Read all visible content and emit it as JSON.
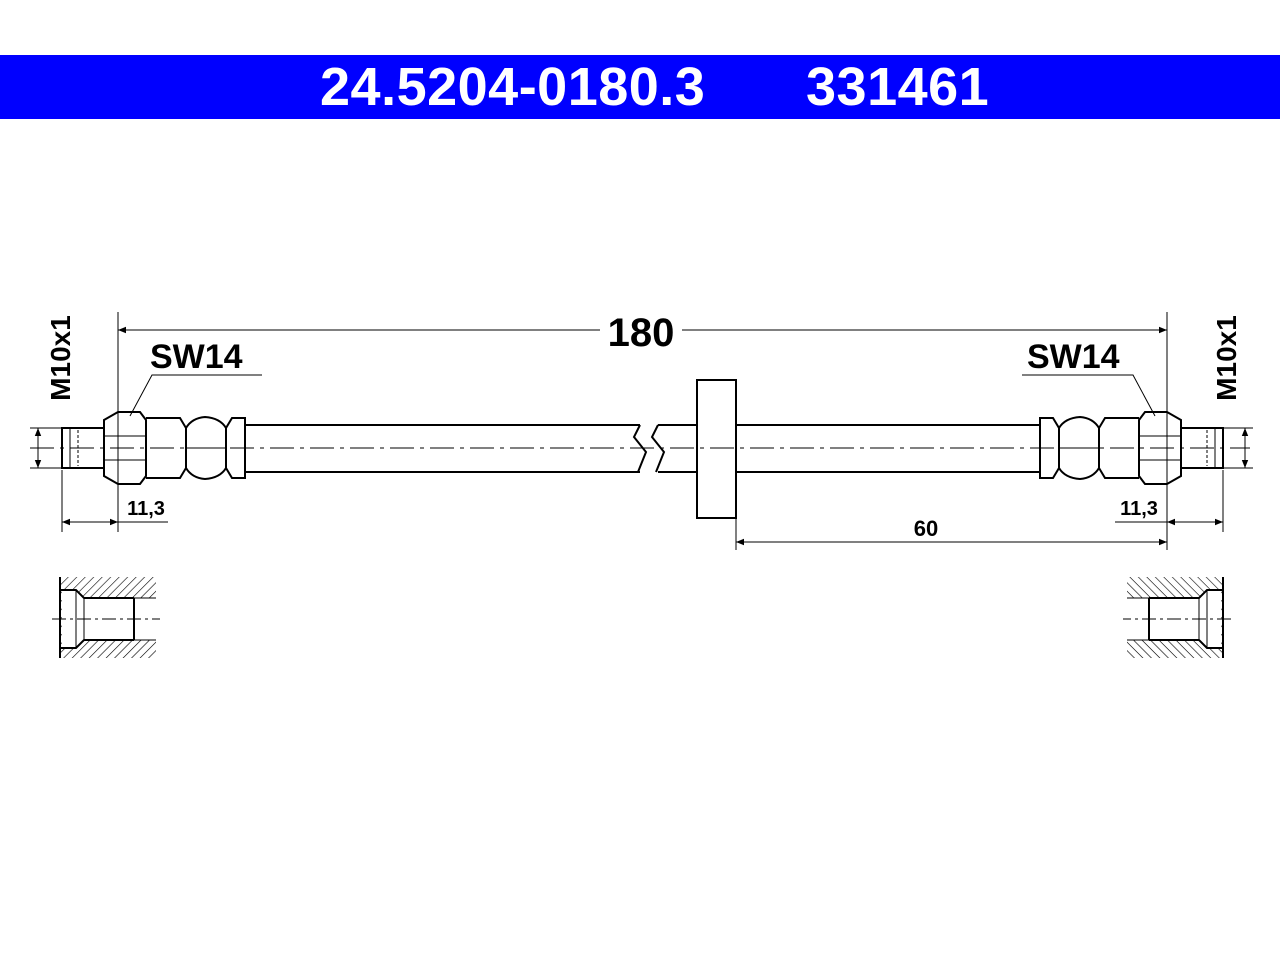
{
  "header": {
    "part_number": "24.5204-0180.3",
    "ref_number": "331461",
    "background": "#0000ff",
    "text_color": "#ffffff"
  },
  "dimensions": {
    "overall_length": "180",
    "bracket_offset": "60",
    "left_wrench_size": "SW14",
    "right_wrench_size": "SW14",
    "left_thread": "M10x1",
    "right_thread": "M10x1",
    "left_thread_length": "11,3",
    "right_thread_length": "11,3"
  }
}
